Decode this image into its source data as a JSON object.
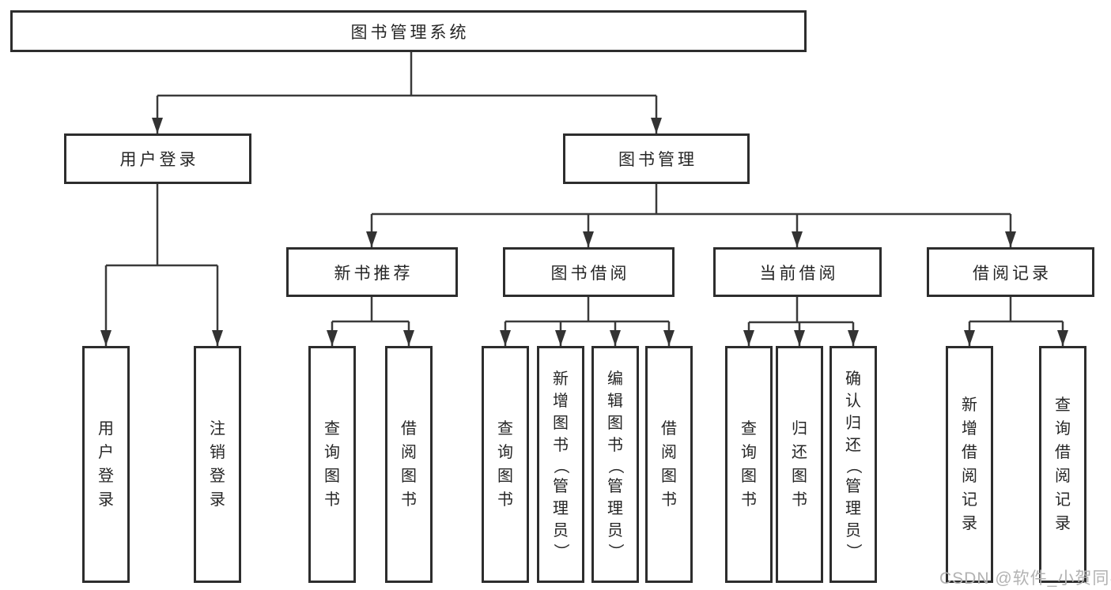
{
  "colors": {
    "line": "#3a3a3a",
    "border": "#2d2d2d",
    "text": "#262626",
    "watermark_text": "#b2b2b2",
    "background": "#ffffff"
  },
  "watermark": {
    "text": "CSDN @软件_小贺同学"
  },
  "tree": {
    "label": "图书管理系统",
    "children": [
      {
        "label": "用户登录",
        "children": [
          {
            "label": "用户登录"
          },
          {
            "label": "注销登录"
          }
        ]
      },
      {
        "label": "图书管理",
        "children": [
          {
            "label": "新书推荐",
            "children": [
              {
                "label": "查询图书"
              },
              {
                "label": "借阅图书"
              }
            ]
          },
          {
            "label": "图书借阅",
            "children": [
              {
                "label": "查询图书"
              },
              {
                "label": "新增图书（管理员）"
              },
              {
                "label": "编辑图书（管理员）"
              },
              {
                "label": "借阅图书"
              }
            ]
          },
          {
            "label": "当前借阅",
            "children": [
              {
                "label": "查询图书"
              },
              {
                "label": "归还图书"
              },
              {
                "label": "确认归还（管理员）"
              }
            ]
          },
          {
            "label": "借阅记录",
            "children": [
              {
                "label": "新增借阅记录"
              },
              {
                "label": "查询借阅记录"
              }
            ]
          }
        ]
      }
    ]
  }
}
